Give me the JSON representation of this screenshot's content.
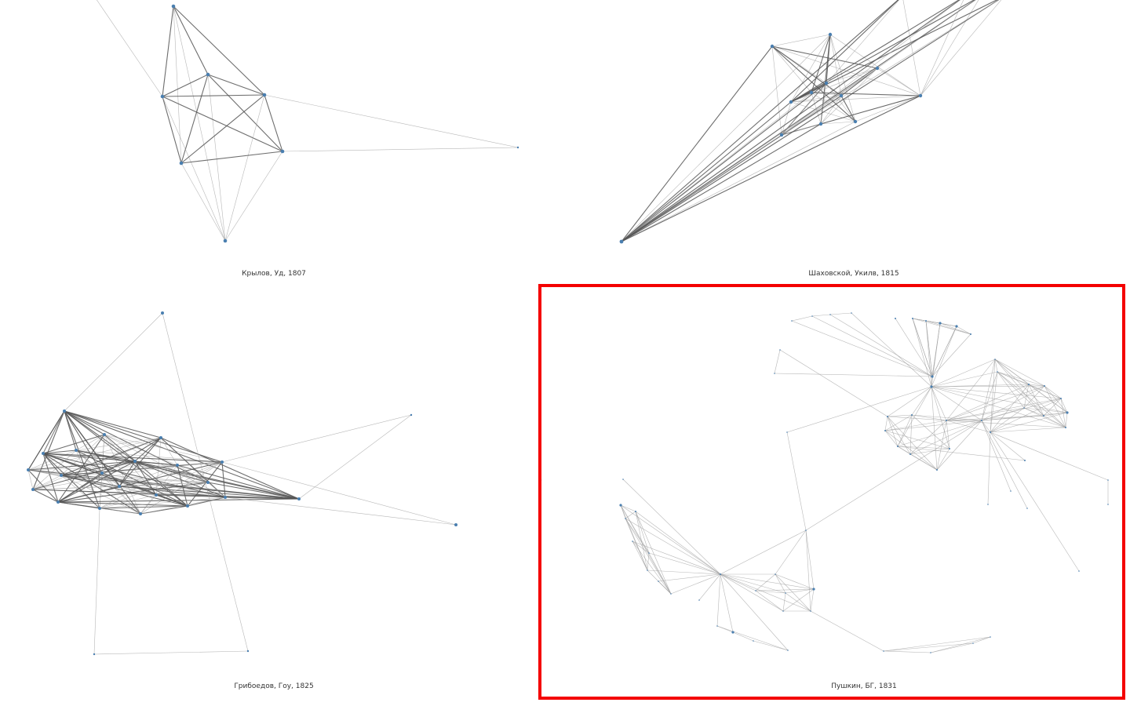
{
  "panels": [
    {
      "id": "krylov",
      "caption": "Крылов, Уд, 1807"
    },
    {
      "id": "shakhovskoy",
      "caption": "Шаховской, Укилв, 1815"
    },
    {
      "id": "griboedov",
      "caption": "Грибоедов, Гоу, 1825"
    },
    {
      "id": "pushkin",
      "caption": "Пушкин, БГ, 1831",
      "highlighted": true
    }
  ],
  "colors": {
    "node": "#4a7fb0",
    "edge_dark": "#555555",
    "edge_light": "#a0a0a0",
    "highlight": "#f40000",
    "caption": "#333333"
  }
}
